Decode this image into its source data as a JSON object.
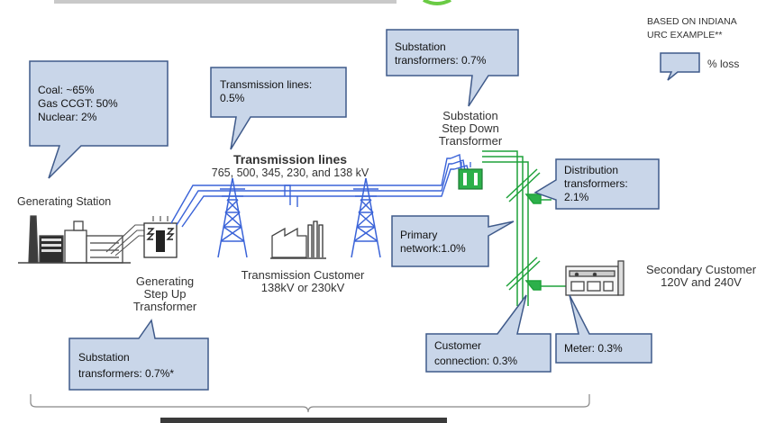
{
  "header": {
    "title": "",
    "note_line1": "BASED ON INDIANA",
    "note_line2": "URC EXAMPLE**",
    "legend_label": "% loss"
  },
  "labels": {
    "generating_station": "Generating Station",
    "step_up_line1": "Generating",
    "step_up_line2": "Step Up",
    "step_up_line3": "Transformer",
    "transmission_title": "Transmission lines",
    "transmission_voltages": "765, 500, 345, 230, and 138 kV",
    "trans_customer_line1": "Transmission Customer",
    "trans_customer_line2": "138kV or 230kV",
    "stepdown_line1": "Substation",
    "stepdown_line2": "Step Down",
    "stepdown_line3": "Transformer",
    "secondary_line1": "Secondary Customer",
    "secondary_line2": "120V and 240V"
  },
  "callouts": {
    "generation": {
      "line1": "Coal: ~65%",
      "line2": "Gas CCGT: 50%",
      "line3": "Nuclear: 2%"
    },
    "transmission": {
      "line1": "Transmission lines:",
      "line2": "0.5%"
    },
    "substation_top": {
      "line1": "Substation",
      "line2": "transformers: 0.7%"
    },
    "distribution": {
      "line1": "Distribution",
      "line2": "transformers:",
      "line3": "2.1%"
    },
    "primary": {
      "line1": "Primary",
      "line2": "network:1.0%"
    },
    "substation_bottom": {
      "line1": "Substation",
      "line2": "transformers: 0.7%*"
    },
    "customer": {
      "line1": "Customer",
      "line2": "connection: 0.3%"
    },
    "meter": {
      "line1": "Meter: 0.3%"
    }
  },
  "colors": {
    "callout_fill": "#c9d6e9",
    "callout_stroke": "#3f5a8a",
    "transmission_blue": "#3a63d8",
    "distribution_green": "#1fa23a",
    "diagram_gray": "#444444"
  }
}
